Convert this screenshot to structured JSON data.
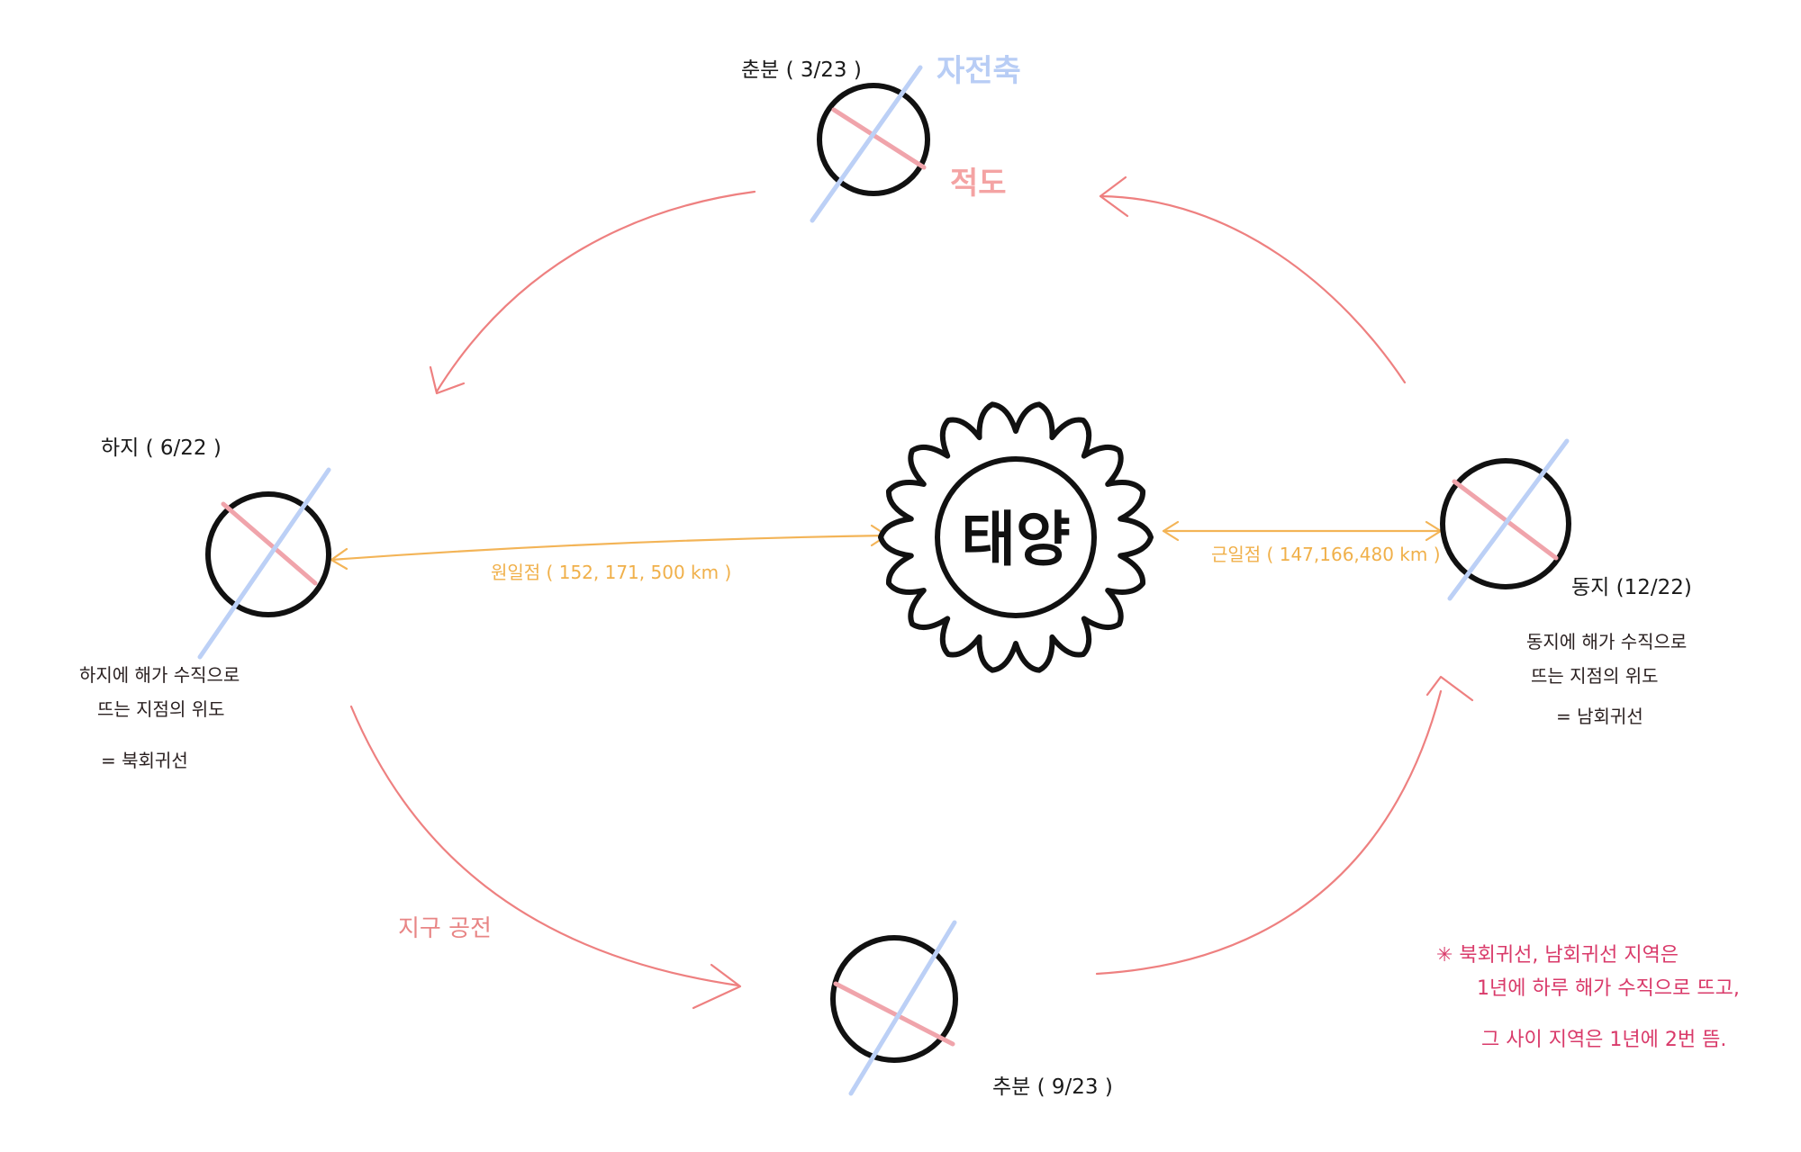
{
  "sun": {
    "label": "태양"
  },
  "seasons": {
    "spring": {
      "label": "춘분 ( 3/23 )"
    },
    "summer": {
      "label": "하지 ( 6/22 )"
    },
    "autumn": {
      "label": "추분 ( 9/23 )"
    },
    "winter": {
      "label": "동지 (12/22)"
    }
  },
  "legend": {
    "axis": "자전축",
    "equator": "적도"
  },
  "distances": {
    "aphelion": "원일점 ( 152, 171, 500 km )",
    "perihelion": "근일점 ( 147,166,480 km )"
  },
  "orbit_label": "지구 공전",
  "summer_note": [
    "하지에 해가 수직으로",
    "뜨는 지점의 위도",
    "= 북회귀선"
  ],
  "winter_note": [
    "동지에 해가 수직으로",
    "뜨는 지점의 위도",
    "= 남회귀선"
  ],
  "footnote": [
    "✳ 북회귀선, 남회귀선 지역은",
    "1년에 하루 해가 수직으로 뜨고,",
    "그 사이 지역은 1년에 2번 뜸."
  ],
  "colors": {
    "orbit": "#ee8080",
    "distance": "#f3b457",
    "axis": "#bcd0f6",
    "equator": "#f0a4ab",
    "note": "#d93a6a"
  }
}
